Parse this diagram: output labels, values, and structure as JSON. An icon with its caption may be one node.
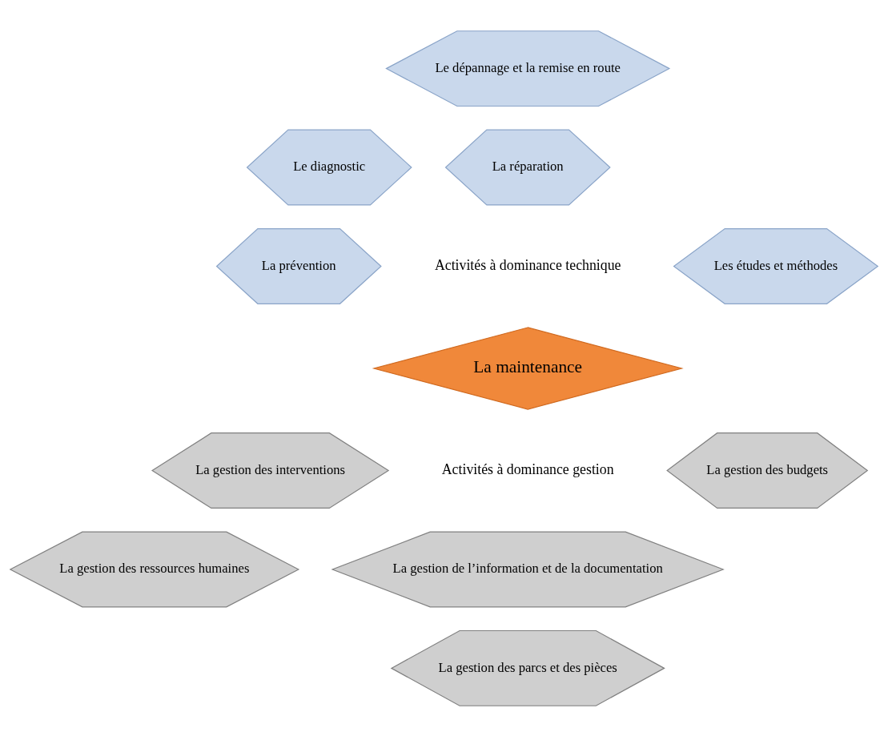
{
  "diagram": {
    "nodes": [
      {
        "text": [
          "Le dépannage et la remise en route"
        ]
      },
      {
        "text": [
          "Le diagnostic"
        ]
      },
      {
        "text": [
          "La réparation"
        ]
      },
      {
        "text": [
          "La prévention"
        ]
      },
      {
        "text": [
          "Les études et méthodes"
        ]
      },
      {
        "text": [
          "La maintenance"
        ]
      },
      {
        "text": [
          "La gestion des interventions"
        ]
      },
      {
        "text": [
          "La gestion des budgets"
        ]
      },
      {
        "text": [
          "La gestion des ressources humaines"
        ]
      },
      {
        "text": [
          "La gestion de l’information et de la documentation"
        ]
      },
      {
        "text": [
          "La gestion des parcs et des pièces"
        ]
      }
    ],
    "edges": [],
    "labels": [
      "Activités à dominance technique",
      "Activités à dominance gestion"
    ]
  }
}
